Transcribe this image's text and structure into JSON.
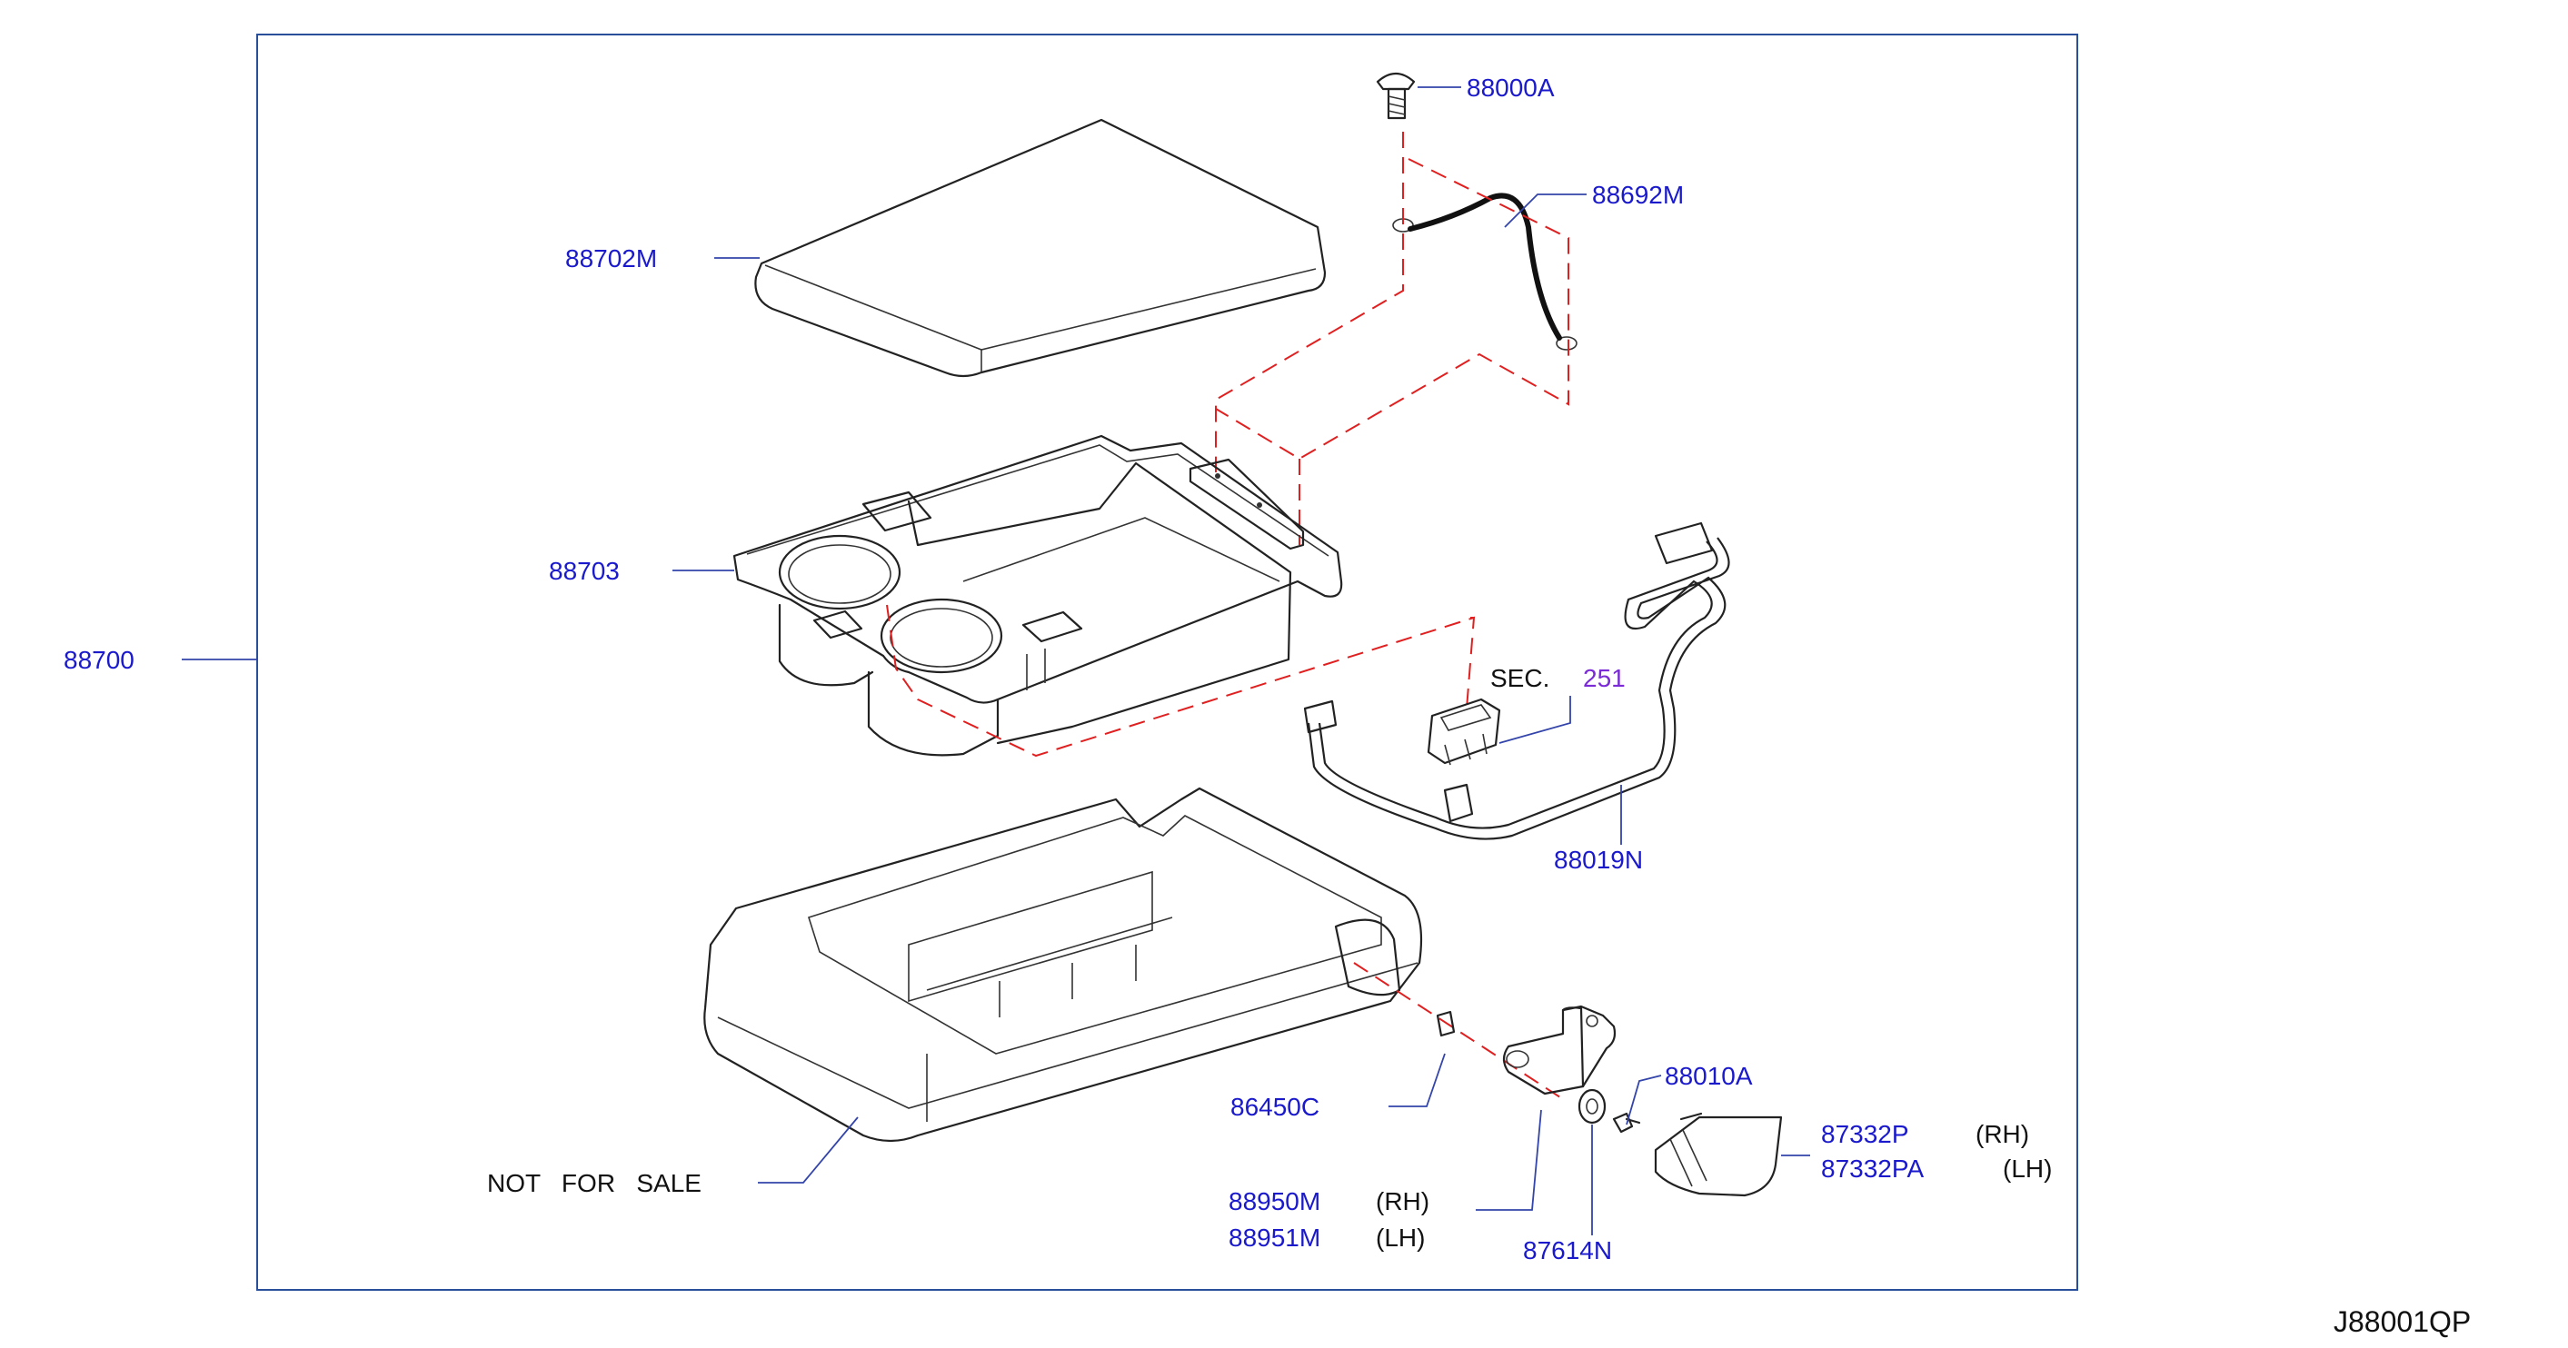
{
  "diagram": {
    "ref_code": "J88001QP",
    "labels": {
      "assembly": "88700",
      "lid": "88702M",
      "console_box": "88703",
      "screw": "88000A",
      "ground_wire": "88692M",
      "sec": "SEC.",
      "sec_number": "251",
      "harness": "88019N",
      "clip": "86450C",
      "not_for_sale": "NOT   FOR   SALE",
      "bracket_rh": "88950M",
      "bracket_rh_side": "(RH)",
      "bracket_lh": "88951M",
      "bracket_lh_side": "(LH)",
      "bolt": "88010A",
      "washer": "87614N",
      "cover_rh": "87332P",
      "cover_rh_side": "(RH)",
      "cover_lh": "87332PA",
      "cover_lh_side": "(LH)"
    }
  }
}
